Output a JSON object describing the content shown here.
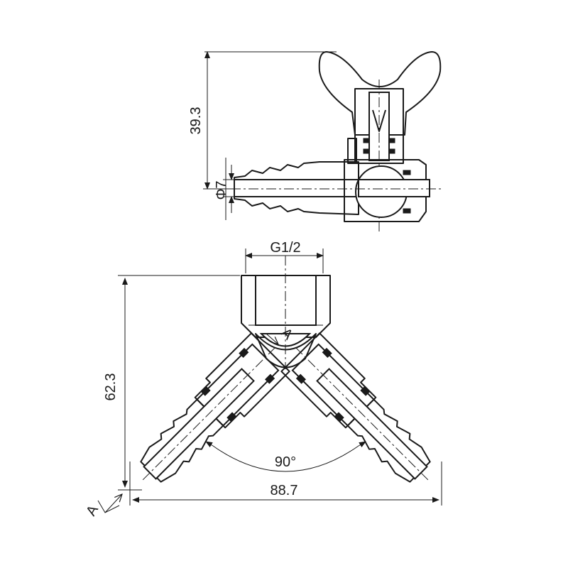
{
  "dimensions": {
    "height_top": "39.3",
    "bore": "Φ7",
    "thread": "G1/2",
    "height_main": "62.3",
    "width_main": "88.7",
    "angle": "90°"
  },
  "section_labels": {
    "view_marker": "A",
    "view_arrow": "A"
  },
  "colors": {
    "line": "#1a1a1a",
    "hatch": "#1a1a1a",
    "background": "#ffffff"
  }
}
